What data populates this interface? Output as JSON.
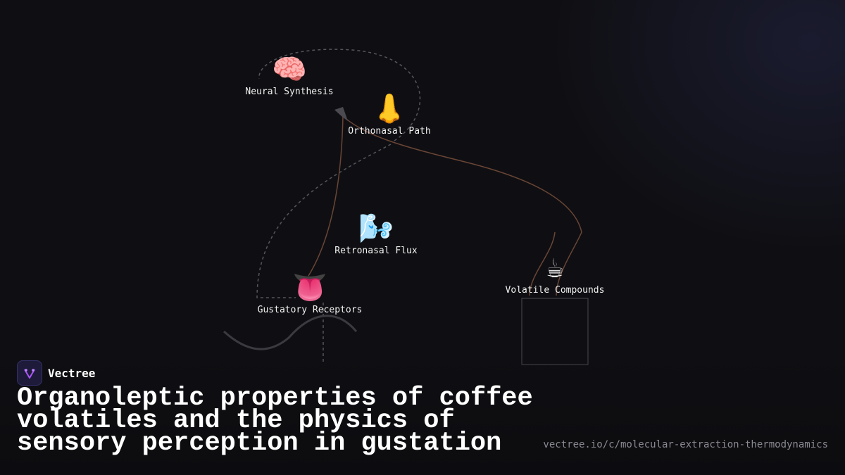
{
  "nodes": {
    "neural": {
      "icon": "🧠",
      "icon_name": "brain-icon",
      "label": "Neural Synthesis"
    },
    "orthonasal": {
      "icon": "👃",
      "icon_name": "nose-icon",
      "label": "Orthonasal Path"
    },
    "retronasal": {
      "icon": "🌬️",
      "icon_name": "wind-face-icon",
      "label": "Retronasal Flux"
    },
    "volatile": {
      "icon": "☕",
      "icon_name": "coffee-icon",
      "label": "Volatile Compounds"
    },
    "gustatory": {
      "icon": "👅",
      "icon_name": "tongue-icon",
      "label": "Gustatory Receptors"
    }
  },
  "brand": {
    "name": "Vectree",
    "logo_icon": "vectree-logo-icon",
    "accent": "#a855f7"
  },
  "title": "Organoleptic properties of coffee volatiles and the physics of sensory perception in gustation",
  "url": "vectree.io/c/molecular-extraction-thermodynamics",
  "colors": {
    "background": "#0f0f13",
    "edge": "#6a4535",
    "dashed": "#55555c",
    "text": "#ffffff",
    "muted": "#8a8a92"
  }
}
